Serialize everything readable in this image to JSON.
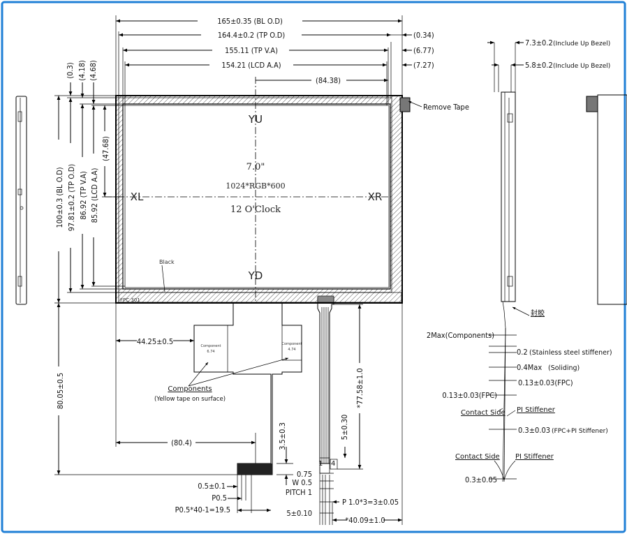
{
  "colors": {
    "frame": "#1f7fd6",
    "line": "#000000",
    "hatch": "#555555"
  },
  "top_dims": {
    "bl_od": "165±0.35 (BL O.D)",
    "tp_od": "164.4±0.2 (TP O.D)",
    "tp_va": "155.11 (TP V.A)",
    "lcd_aa": "154.21 (LCD A.A)",
    "center_offset": "(84.38)",
    "right_034": "(0.34)",
    "right_677": "(6.77)",
    "right_727": "(7.27)"
  },
  "left_dims": {
    "d03": "(0.3)",
    "d418": "(4.18)",
    "d468": "(4.68)",
    "d4768": "(47.68)",
    "bl_od": "100±0.3 (BL O.D)",
    "tp_od": "97.81±0.2 (TP O.D)",
    "tp_va": "86.92 (TP V.A)",
    "lcd_aa": "85.92 (LCD A.A)",
    "total_h": "80.05±0.5"
  },
  "screen": {
    "yu": "YU",
    "yd": "YD",
    "xl": "XL",
    "xr": "XR",
    "size": "7.0\"",
    "resolution": "1024*RGB*600",
    "orientation": "12 O'Clock",
    "black": "Black",
    "remove_tape": "Remove Tape",
    "fpc_mark": "FPC 301"
  },
  "fpc": {
    "d4425": "44.25±0.5",
    "d804": "(80.4)",
    "d35": "3.5±0.3",
    "d5030": "5±0.30",
    "d7758": "*77.58±1.0",
    "components": "Components",
    "components_note": "(Yellow tape on surface)",
    "comp_box1": "Component",
    "comp_box1_sub": "6.74",
    "comp_box2": "Component",
    "comp_box2_sub": "4.74",
    "pin1": "1",
    "pin4": "4",
    "d075": "0.75",
    "w05": "W 0.5",
    "pitch1": "PITCH 1",
    "p10": "P 1.0*3=3±0.05",
    "d510": "5±0.10",
    "d4009": "*40.09±1.0",
    "d05": "0.5±0.1",
    "p05": "P0.5",
    "p05x40": "P0.5*40-1=19.5"
  },
  "side_dims": {
    "d73": "7.3±0.2",
    "d73_note": "(Include Up Bezel)",
    "d58": "5.8±0.2",
    "d58_note": "(Include Up Bezel)",
    "seal": "封胶",
    "d2max": "2Max(Components)",
    "d02": "0.2",
    "d02_note": "(Stainless steel stiffener)",
    "d04": "0.4Max",
    "d04_note": "(Soliding)",
    "d013": "0.13±0.03(FPC)",
    "d013_left": "0.13±0.03(FPC)",
    "contact1": "Contact Side",
    "pi1": "PI Stiffener",
    "d03": "0.3±0.03",
    "d03_note": "(FPC+PI Stiffener)",
    "contact2": "Contact Side",
    "pi2": "PI Stiffener",
    "d03b": "0.3±0.05"
  }
}
